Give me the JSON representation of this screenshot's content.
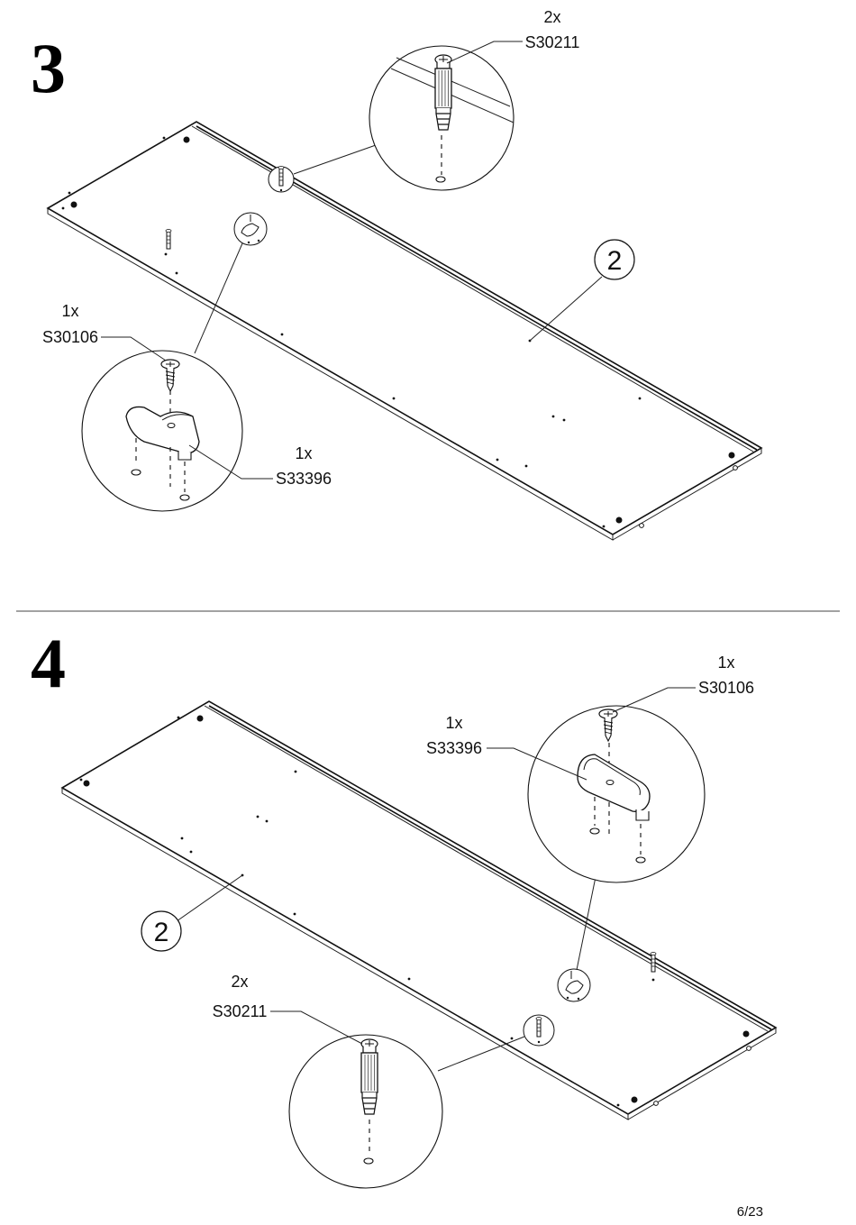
{
  "steps": [
    {
      "number": "3",
      "panel_label": "2",
      "parts": [
        {
          "qty": "2x",
          "code": "S30211",
          "name": "dowel"
        },
        {
          "qty": "1x",
          "code": "S30106",
          "name": "screw"
        },
        {
          "qty": "1x",
          "code": "S33396",
          "name": "bracket"
        }
      ]
    },
    {
      "number": "4",
      "panel_label": "2",
      "parts": [
        {
          "qty": "1x",
          "code": "S30106",
          "name": "screw"
        },
        {
          "qty": "1x",
          "code": "S33396",
          "name": "bracket"
        },
        {
          "qty": "2x",
          "code": "S30211",
          "name": "dowel"
        }
      ]
    }
  ],
  "page_number": "6/23"
}
